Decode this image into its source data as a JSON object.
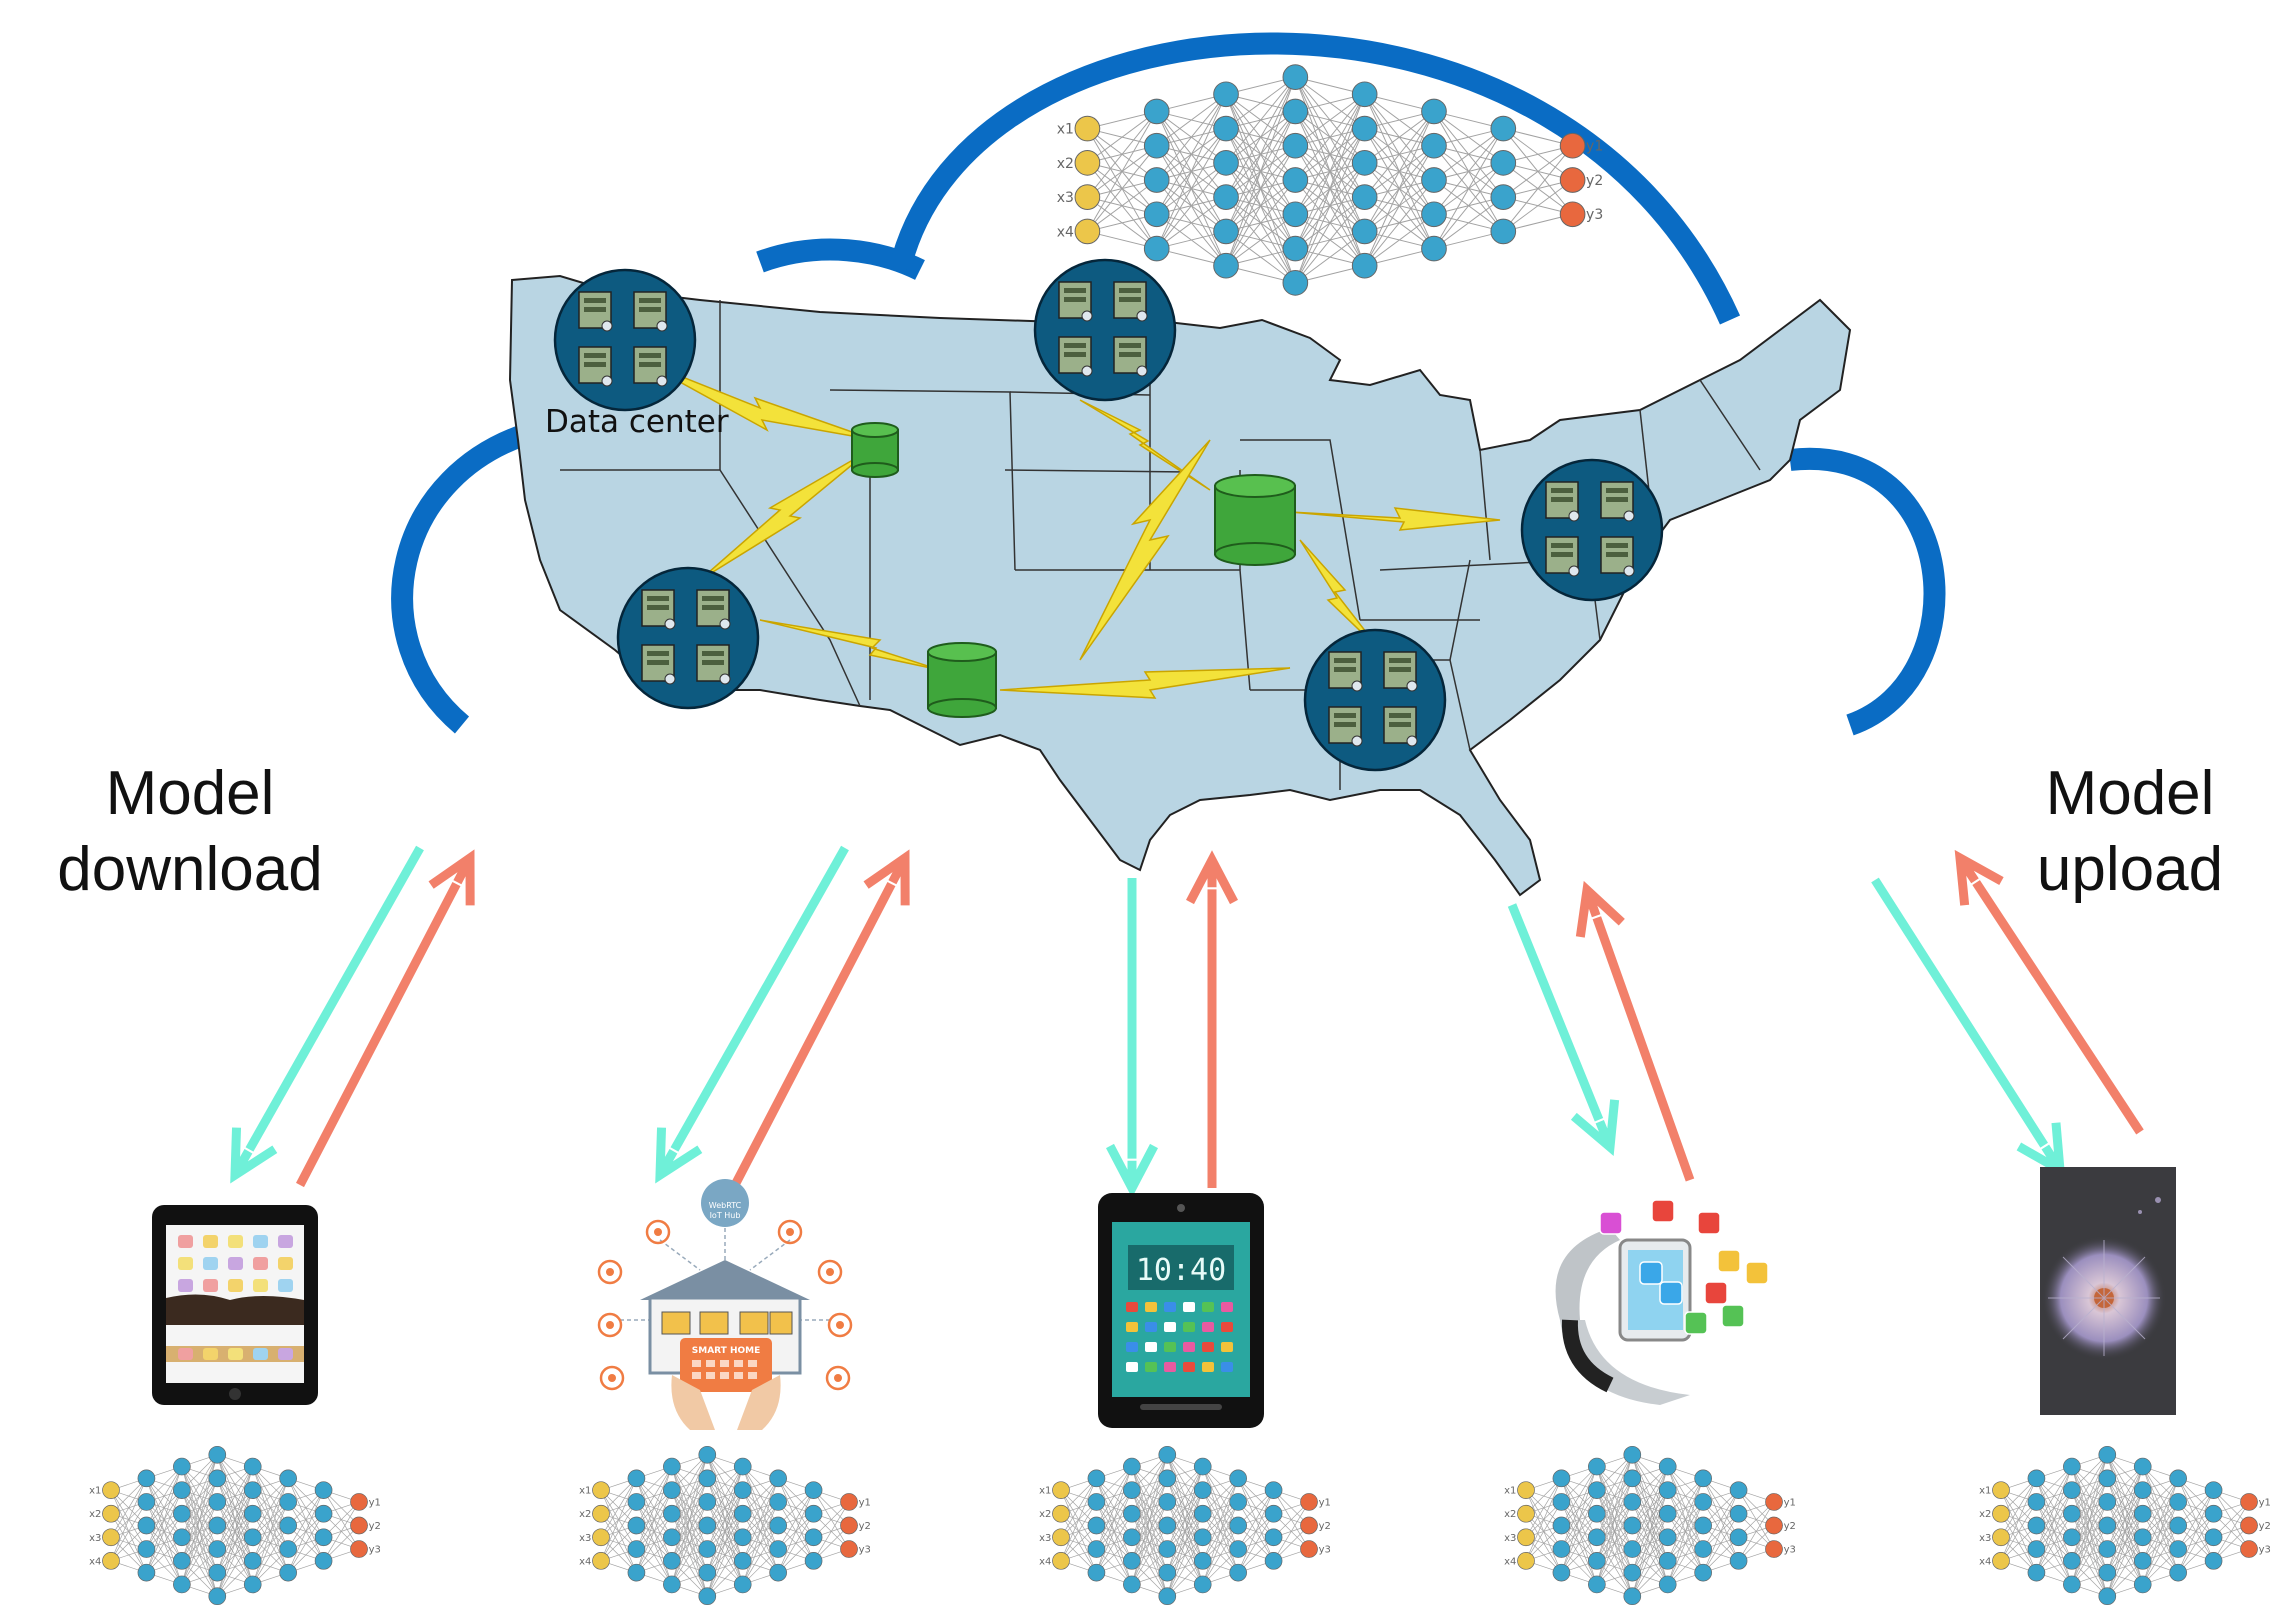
{
  "labels": {
    "download_line1": "Model",
    "download_line2": "download",
    "upload_line1": "Model",
    "upload_line2": "upload",
    "data_center": "Data center"
  },
  "cloud_network": {
    "inputs": [
      "x1",
      "x2",
      "x3",
      "x4"
    ],
    "outputs": [
      "y1",
      "y2",
      "y3"
    ],
    "layer_sizes": [
      4,
      5,
      6,
      7,
      6,
      5,
      4,
      3
    ]
  },
  "device_network": {
    "inputs": [
      "x1",
      "x2",
      "x3",
      "x4"
    ],
    "outputs": [
      "y1",
      "y2",
      "y3"
    ],
    "layer_sizes": [
      4,
      5,
      6,
      7,
      6,
      5,
      4,
      3
    ]
  },
  "devices": [
    {
      "icon": "tablet-icon"
    },
    {
      "icon": "smart-home-icon",
      "hub_line1": "WebRTC",
      "hub_line2": "IoT Hub",
      "panel_label": "SMART HOME"
    },
    {
      "icon": "smartphone-icon",
      "clock": "10:40"
    },
    {
      "icon": "smartwatch-icon"
    },
    {
      "icon": "dandelion-photo-icon"
    }
  ],
  "colors": {
    "cloud": "#0a6cc4",
    "map_fill": "#b9d5e3",
    "download_arrow": "#6ff0d8",
    "upload_arrow": "#f2806a",
    "data_center_node": "#0d5a80",
    "storage_node": "#3fa63b",
    "link": "#f3e23a",
    "input_neuron": "#ecc64a",
    "hidden_neuron": "#3aa3cc",
    "output_neuron": "#e8683e"
  }
}
